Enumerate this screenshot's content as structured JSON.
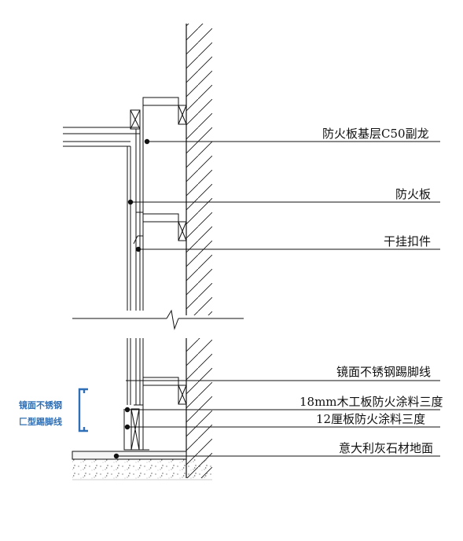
{
  "callouts": [
    {
      "id": "fireproof-keel",
      "label": "防火板基层C50副龙"
    },
    {
      "id": "fireproof-board",
      "label": "防火板"
    },
    {
      "id": "dry-hang-clip",
      "label": "干挂扣件"
    },
    {
      "id": "mirror-steel-baseboard",
      "label": "镜面不锈钢踢脚线"
    },
    {
      "id": "wood-board",
      "label": "18mm木工板防火涂料三度"
    },
    {
      "id": "plywood",
      "label": "12厘板防火涂料三度"
    },
    {
      "id": "stone-floor",
      "label": "意大利灰石材地面"
    }
  ],
  "side_note": {
    "line1": "镜面不锈钢",
    "line2": "匚型踢脚线"
  },
  "colors": {
    "line": "#111111",
    "side_note": "#2f6fb5"
  }
}
